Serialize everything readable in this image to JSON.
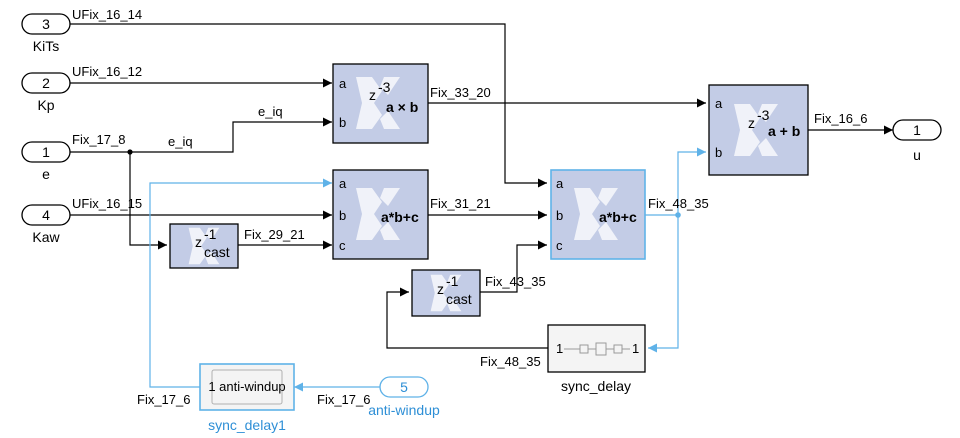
{
  "inports": [
    {
      "num": "3",
      "label": "KiTs"
    },
    {
      "num": "2",
      "label": "Kp"
    },
    {
      "num": "1",
      "label": "e"
    },
    {
      "num": "4",
      "label": "Kaw"
    },
    {
      "num": "5",
      "label": "anti-windup"
    }
  ],
  "outport": {
    "num": "1",
    "label": "u"
  },
  "signals": {
    "s_kits": "UFix_16_14",
    "s_kp": "UFix_16_12",
    "s_e": "Fix_17_8",
    "s_eiq1": "e_iq",
    "s_eiq2": "e_iq",
    "s_kaw": "UFix_16_15",
    "s_mult": "Fix_33_20",
    "s_cast1": "Fix_29_21",
    "s_mac1": "Fix_31_21",
    "s_mac2": "Fix_48_35",
    "s_add": "Fix_16_6",
    "s_cast2": "Fix_43_35",
    "s_fb": "Fix_48_35",
    "s_aw_in": "Fix_17_6",
    "s_aw_out": "Fix_17_6"
  },
  "blocks": {
    "mult": {
      "op": "a × b",
      "z": "z",
      "exp": "-3",
      "ports": [
        "a",
        "b"
      ]
    },
    "mac1": {
      "op": "a*b+c",
      "ports": [
        "a",
        "b",
        "c"
      ]
    },
    "mac2": {
      "op": "a*b+c",
      "ports": [
        "a",
        "b",
        "c"
      ]
    },
    "add": {
      "op": "a + b",
      "z": "z",
      "exp": "-3",
      "ports": [
        "a",
        "b"
      ]
    },
    "cast1": {
      "z": "z",
      "exp": "-1",
      "sub": "cast"
    },
    "cast2": {
      "z": "z",
      "exp": "-1",
      "sub": "cast"
    },
    "sync_delay": {
      "name": "sync_delay",
      "in": "1",
      "out": "1"
    },
    "sync_delay1": {
      "name": "sync_delay1",
      "text": "1 anti-windup"
    }
  },
  "colors": {
    "block_fill": "#c3cce6",
    "selected": "#5fb2e8",
    "wire": "#000000"
  }
}
